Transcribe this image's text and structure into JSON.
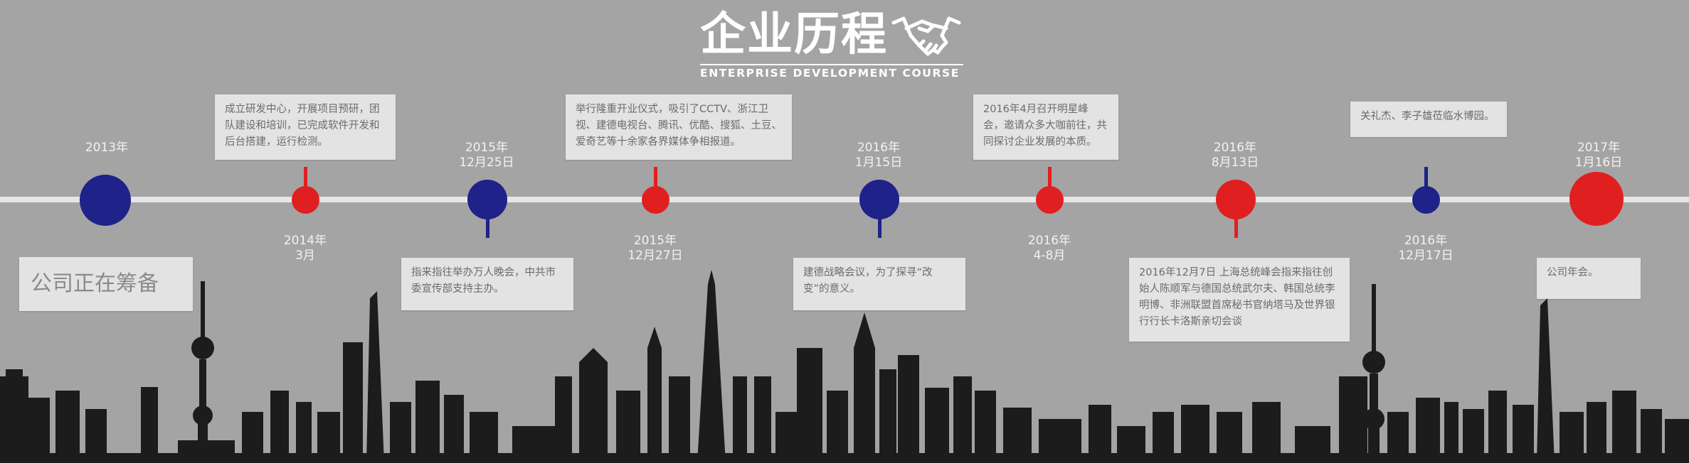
{
  "header": {
    "title_cn": "企业历程",
    "title_en": "ENTERPRISE DEVELOPMENT COURSE",
    "emblem_icon": "handshake-icon"
  },
  "colors": {
    "background": "#a4a4a4",
    "timeline": "#e6e6e6",
    "accent_blue": "#1f2288",
    "accent_red": "#e02020",
    "card": "#e3e3e3",
    "card_text": "#6b6b6b",
    "skyline": "#1c1c1c"
  },
  "milestones": [
    {
      "date_line1": "2013年",
      "date_line2": "",
      "event": "公司正在筹备"
    },
    {
      "date_line1": "2014年",
      "date_line2": "3月",
      "event": "成立研发中心，开展项目预研，团队建设和培训，已完成软件开发和后台搭建，运行检测。"
    },
    {
      "date_line1": "2015年",
      "date_line2": "12月25日",
      "event": "指来指往举办万人晚会，中共市委宣传部支持主办。"
    },
    {
      "date_line1": "2015年",
      "date_line2": "12月27日",
      "event": "举行隆重开业仪式，吸引了CCTV、浙江卫视、建德电视台、腾讯、优酷、搜狐、土豆、爱奇艺等十余家各界媒体争相报道。"
    },
    {
      "date_line1": "2016年",
      "date_line2": "1月15日",
      "event": "建德战略会议，为了探寻“改变”的意义。"
    },
    {
      "date_line1": "2016年",
      "date_line2": "4-8月",
      "event": "2016年4月召开明星峰会，邀请众多大咖前往，共同探讨企业发展的本质。"
    },
    {
      "date_line1": "2016年",
      "date_line2": "8月13日",
      "event": "2016年12月7日 上海总统峰会指来指往创始人陈顺军与德国总统武尔夫、韩国总统李明博、非洲联盟首席秘书官纳塔马及世界银行行长卡洛斯亲切会谈"
    },
    {
      "date_line1": "2016年",
      "date_line2": "12月17日",
      "event": "关礼杰、李子雄莅临水博园。"
    },
    {
      "date_line1": "2017年",
      "date_line2": "1月16日",
      "event": "公司年会。"
    }
  ]
}
